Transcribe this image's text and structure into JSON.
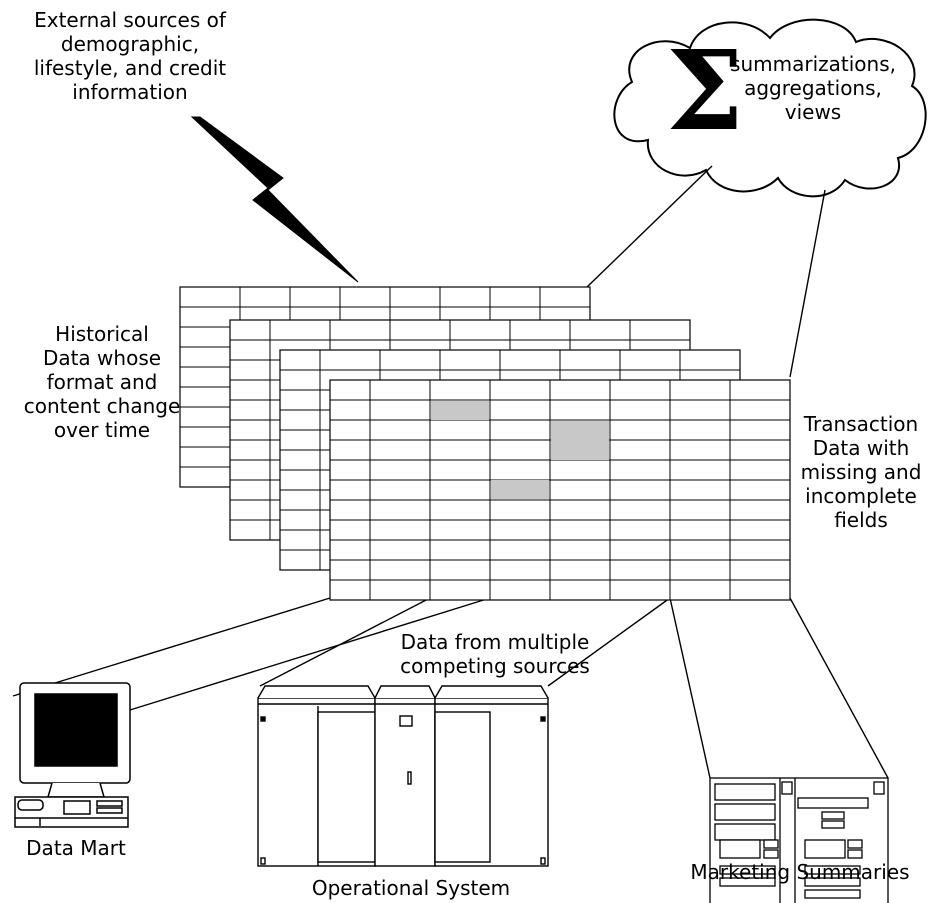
{
  "labels": {
    "external": [
      "External sources of",
      "demographic,",
      "lifestyle, and credit",
      "information"
    ],
    "cloud": [
      "summarizations,",
      "aggregations,",
      "views"
    ],
    "sigma": "Σ",
    "historical": [
      "Historical",
      "Data whose",
      "format and",
      "content change",
      "over time"
    ],
    "transaction": [
      "Transaction",
      "Data with",
      "missing and",
      "incomplete",
      "fields"
    ],
    "multiple": [
      "Data from multiple",
      "competing sources"
    ],
    "data_mart": "Data Mart",
    "operational": "Operational System",
    "marketing": "Marketing Summaries"
  },
  "colors": {
    "stroke": "#000000",
    "missing_cell": "#c8c8c8",
    "screen": "#000000",
    "background": "#ffffff"
  },
  "icons": {
    "bolt": "lightning-bolt-icon",
    "cloud": "cloud-icon",
    "data_mart": "desktop-computer-icon",
    "operational": "server-cabinet-icon",
    "marketing": "server-rack-icon"
  }
}
